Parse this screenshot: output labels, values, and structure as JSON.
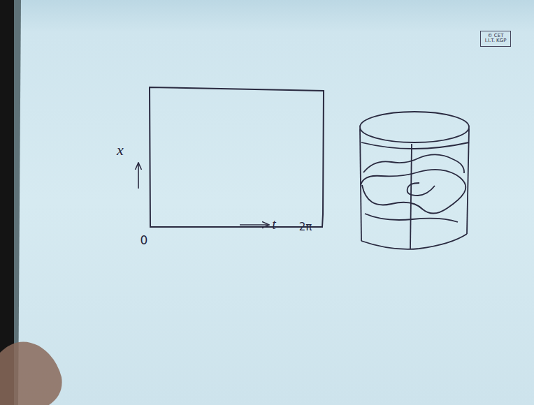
{
  "diagram": {
    "nodes": [
      {
        "text": [
          "© CET I.I.T. KGP"
        ]
      }
    ],
    "labels": [
      "x",
      "0",
      "t",
      "2π"
    ]
  }
}
